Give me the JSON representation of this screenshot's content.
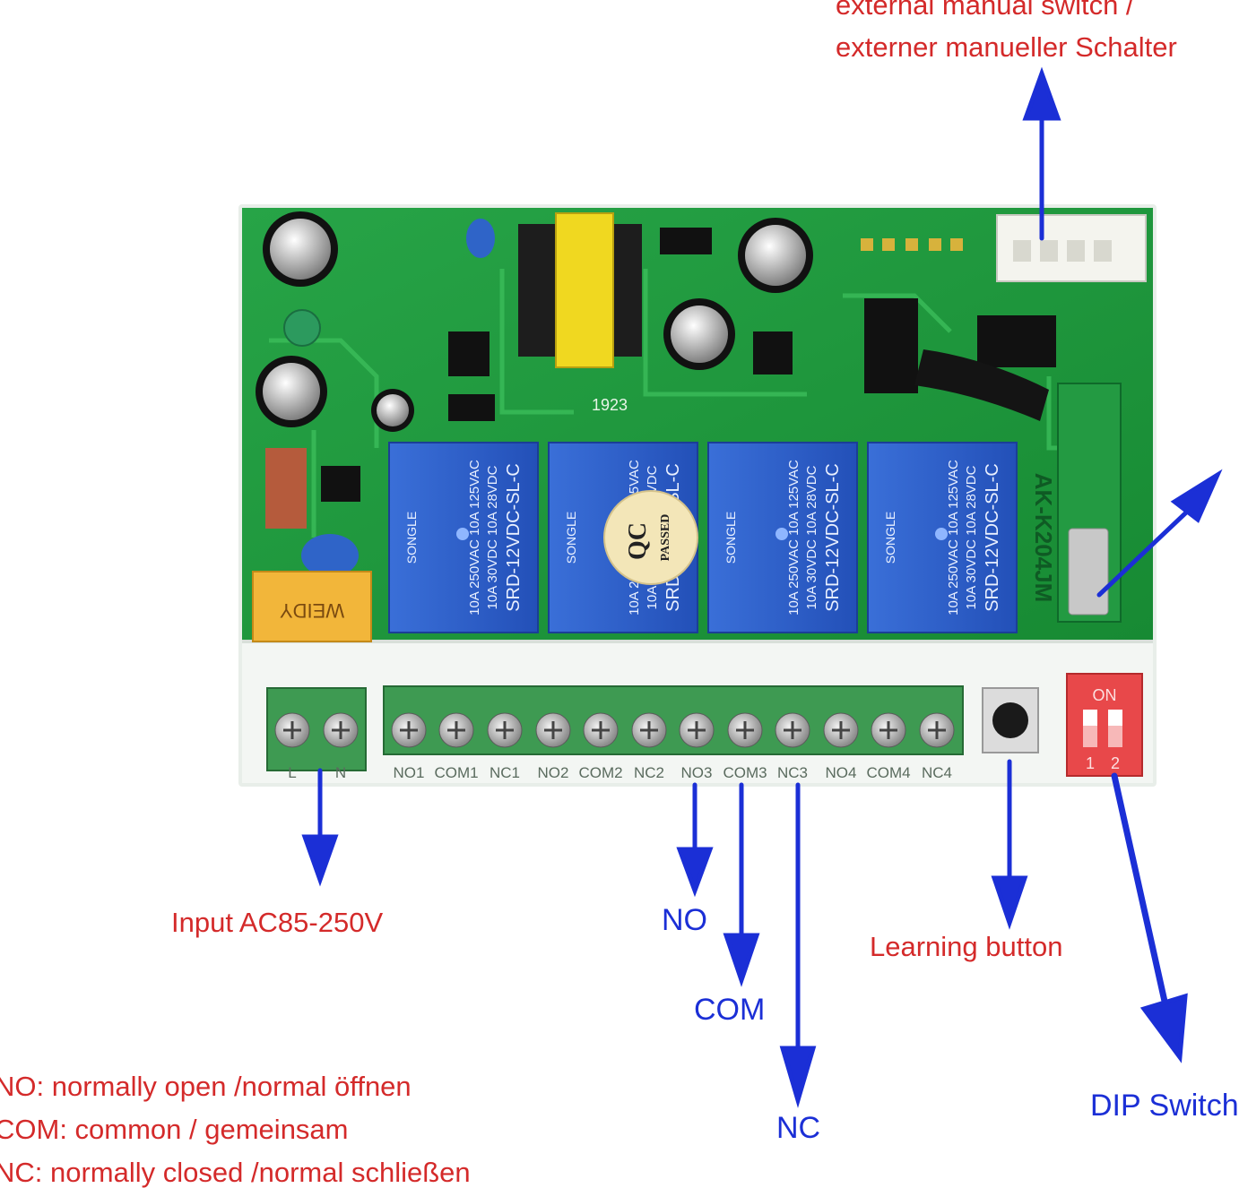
{
  "callouts": {
    "external_switch_en": "external manual switch /",
    "external_switch_de": "externer manueller Schalter",
    "input": "Input AC85-250V",
    "no": "NO",
    "com": "COM",
    "nc": "NC",
    "learning": "Learning button",
    "dip": "DIP Switch"
  },
  "legend": [
    "NO: normally open /normal öffnen",
    "COM: common / gemeinsam",
    "NC: normally closed /normal schließen"
  ],
  "board": {
    "model": "AK-K204JM",
    "date_code": "1923",
    "relay_brand": "SONGLE",
    "relay_model": "SRD-12VDC-SL-C",
    "relay_rating_1": "10A 250VAC  10A 125VAC",
    "relay_rating_2": "10A 30VDC  10A 28VDC",
    "qc_sticker": [
      "QC",
      "PASSED"
    ],
    "capacitor_brand": "WEIDY",
    "terminal_labels": [
      "L",
      "N",
      "NO1",
      "COM1",
      "NC1",
      "NO2",
      "COM2",
      "NC2",
      "NO3",
      "COM3",
      "NC3",
      "NO4",
      "COM4",
      "NC4"
    ],
    "dip_on": "ON",
    "dip_numbers": [
      "1",
      "2"
    ]
  },
  "colors": {
    "callout_red": "#d42a2a",
    "arrow_blue": "#1b2fd6",
    "pcb_green": "#1f9a3c",
    "relay_blue": "#2a5cc8",
    "terminal_green": "#3e9a52",
    "dip_red": "#e8484a"
  }
}
